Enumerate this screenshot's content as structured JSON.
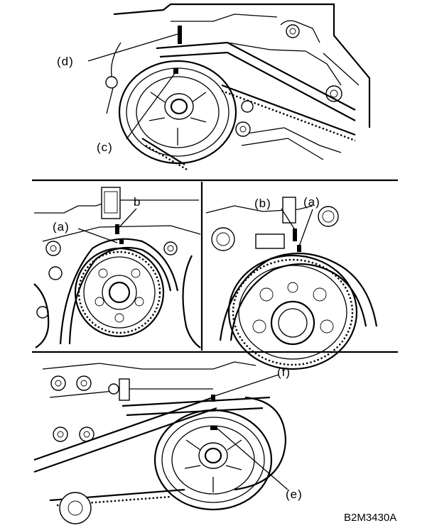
{
  "figure": {
    "code": "B2M3430A",
    "panels": [
      {
        "id": "top",
        "labels": [
          {
            "key": "d",
            "text": "(d)"
          },
          {
            "key": "c",
            "text": "(c)"
          }
        ]
      },
      {
        "id": "middle-left",
        "labels": [
          {
            "key": "b",
            "text": "b"
          },
          {
            "key": "a",
            "text": "(a)"
          }
        ]
      },
      {
        "id": "middle-right",
        "labels": [
          {
            "key": "b",
            "text": "(b)"
          },
          {
            "key": "a",
            "text": "(a)"
          }
        ]
      },
      {
        "id": "bottom",
        "labels": [
          {
            "key": "f",
            "text": "(f)"
          },
          {
            "key": "e",
            "text": "(e)"
          }
        ]
      }
    ]
  }
}
